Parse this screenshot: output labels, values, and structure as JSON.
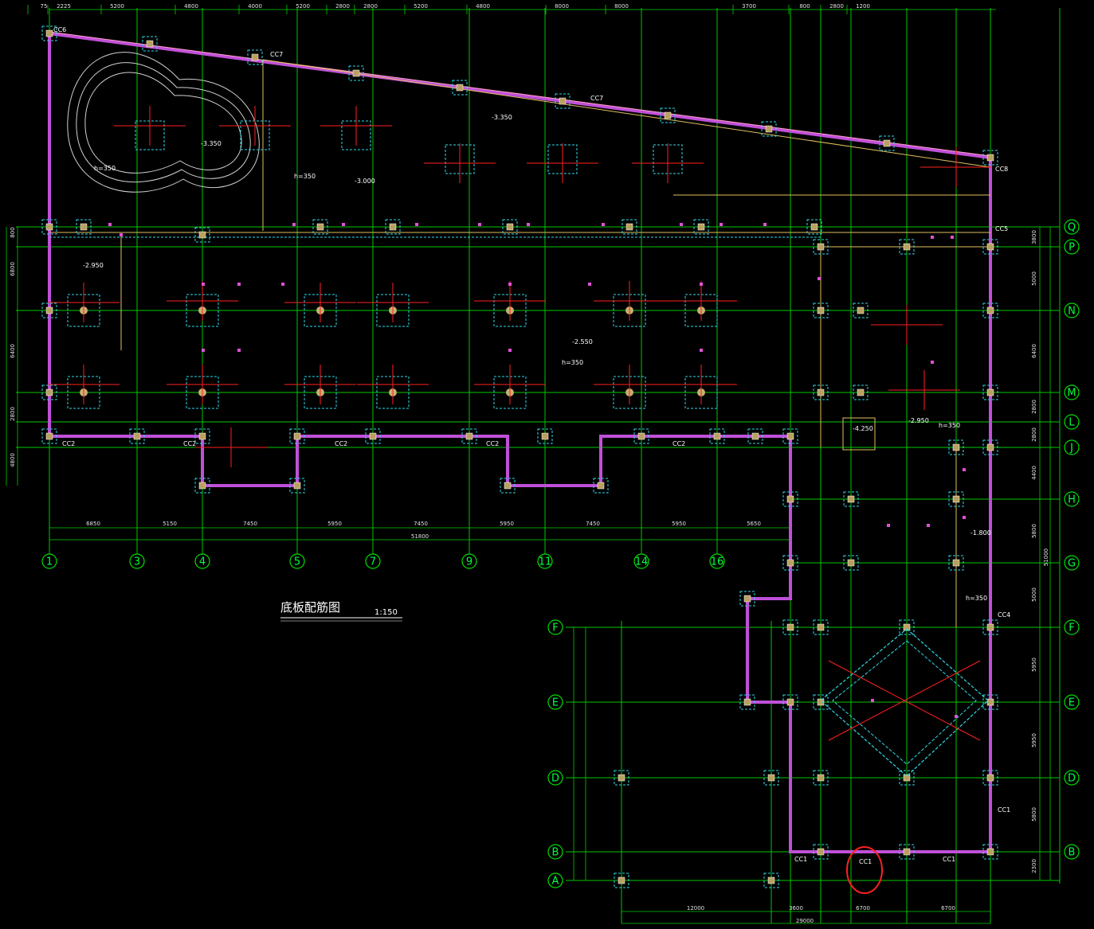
{
  "drawing_title": "底板配筋图",
  "drawing_scale": "1:150",
  "grid_bubbles_horizontal": [
    "1",
    "3",
    "4",
    "5",
    "7",
    "9",
    "11",
    "14",
    "16"
  ],
  "grid_bubbles_right": [
    "Q",
    "P",
    "N",
    "M",
    "L",
    "J",
    "H",
    "G",
    "F",
    "E",
    "D",
    "B"
  ],
  "grid_bubbles_left_lower": [
    "F",
    "E",
    "D",
    "B",
    "A"
  ],
  "top_dimensions": [
    "75",
    "2225",
    "5200",
    "4800",
    "4000",
    "5200",
    "2800",
    "2800",
    "5200",
    "4800",
    "8000",
    "8000",
    "3700",
    "800",
    "2800",
    "1200"
  ],
  "bottom_dimensions_left": [
    "6850",
    "5150",
    "7450",
    "5950",
    "7450",
    "5950",
    "7450",
    "5950",
    "5650"
  ],
  "bottom_total_left": "51800",
  "bottom_dimensions_right": [
    "12000",
    "3600",
    "6700",
    "6700"
  ],
  "bottom_total_right": "29000",
  "right_dimensions": [
    "3800",
    "5000",
    "6400",
    "2800",
    "2800",
    "4400",
    "5800",
    "5000",
    "5950",
    "5950",
    "5800",
    "2300"
  ],
  "right_total": "51000",
  "left_dimensions": [
    "800",
    "6800",
    "6400",
    "2800",
    "4800"
  ],
  "elevation_marks": [
    "-3.350",
    "-3.350",
    "-3.000",
    "-2.950",
    "-2.550",
    "-2.950",
    "-4.250",
    "-1.800"
  ],
  "thickness_marks": [
    "h=350",
    "h=350",
    "h=350",
    "h=350",
    "h=350"
  ],
  "wall_labels": [
    "CC6",
    "CC7",
    "CC7",
    "CC8",
    "CC2",
    "CC2",
    "CC2",
    "CC2",
    "CC2",
    "CC1",
    "CC1",
    "CC1",
    "CC4",
    "CC5"
  ],
  "highlight_label": "CC1",
  "colors": {
    "background": "#000000",
    "grid": "#00c800",
    "wall": "#c050d8",
    "rebar": "#ff2020",
    "column_dash": "#30d8e8",
    "beam": "#e0c060",
    "highlight_circle": "#ff2020"
  }
}
